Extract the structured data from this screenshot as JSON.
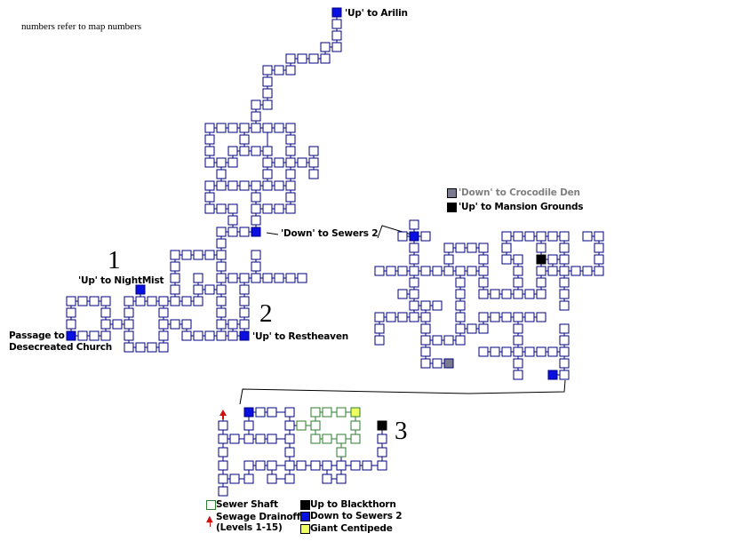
{
  "note": "numbers refer to map numbers",
  "section_numbers": [
    "1",
    "2",
    "3"
  ],
  "labels": {
    "arilin": "'Up' to Arilin",
    "down_sewers2": "'Down' to Sewers 2",
    "nightmist": "'Up' to NightMist",
    "passage_line1": "Passage to",
    "passage_line2": "Desecreated Church",
    "restheaven": "'Up' to Restheaven"
  },
  "legend_top": {
    "crocodile": "'Down' to Crocodile Den",
    "mansion": "'Up' to Mansion Grounds"
  },
  "legend_bottom": {
    "sewer_shaft": "Sewer Shaft",
    "drainoff_line1": "Sewage Drainoff",
    "drainoff_line2": "(Levels 1-15)",
    "blackthorn": "Up to Blackthorn",
    "down_sewers2": "Down to Sewers 2",
    "centipede": "Giant Centipede"
  },
  "colors": {
    "room_border": "#000080",
    "exit_blue": "#0a10e0",
    "exit_black": "#000000",
    "exit_gray": "#7a7a90",
    "shaft_green": "#2e7d2e",
    "centipede_yellow": "#f0ff60",
    "drain_red": "#d01010",
    "crocodile_text": "#808080"
  }
}
